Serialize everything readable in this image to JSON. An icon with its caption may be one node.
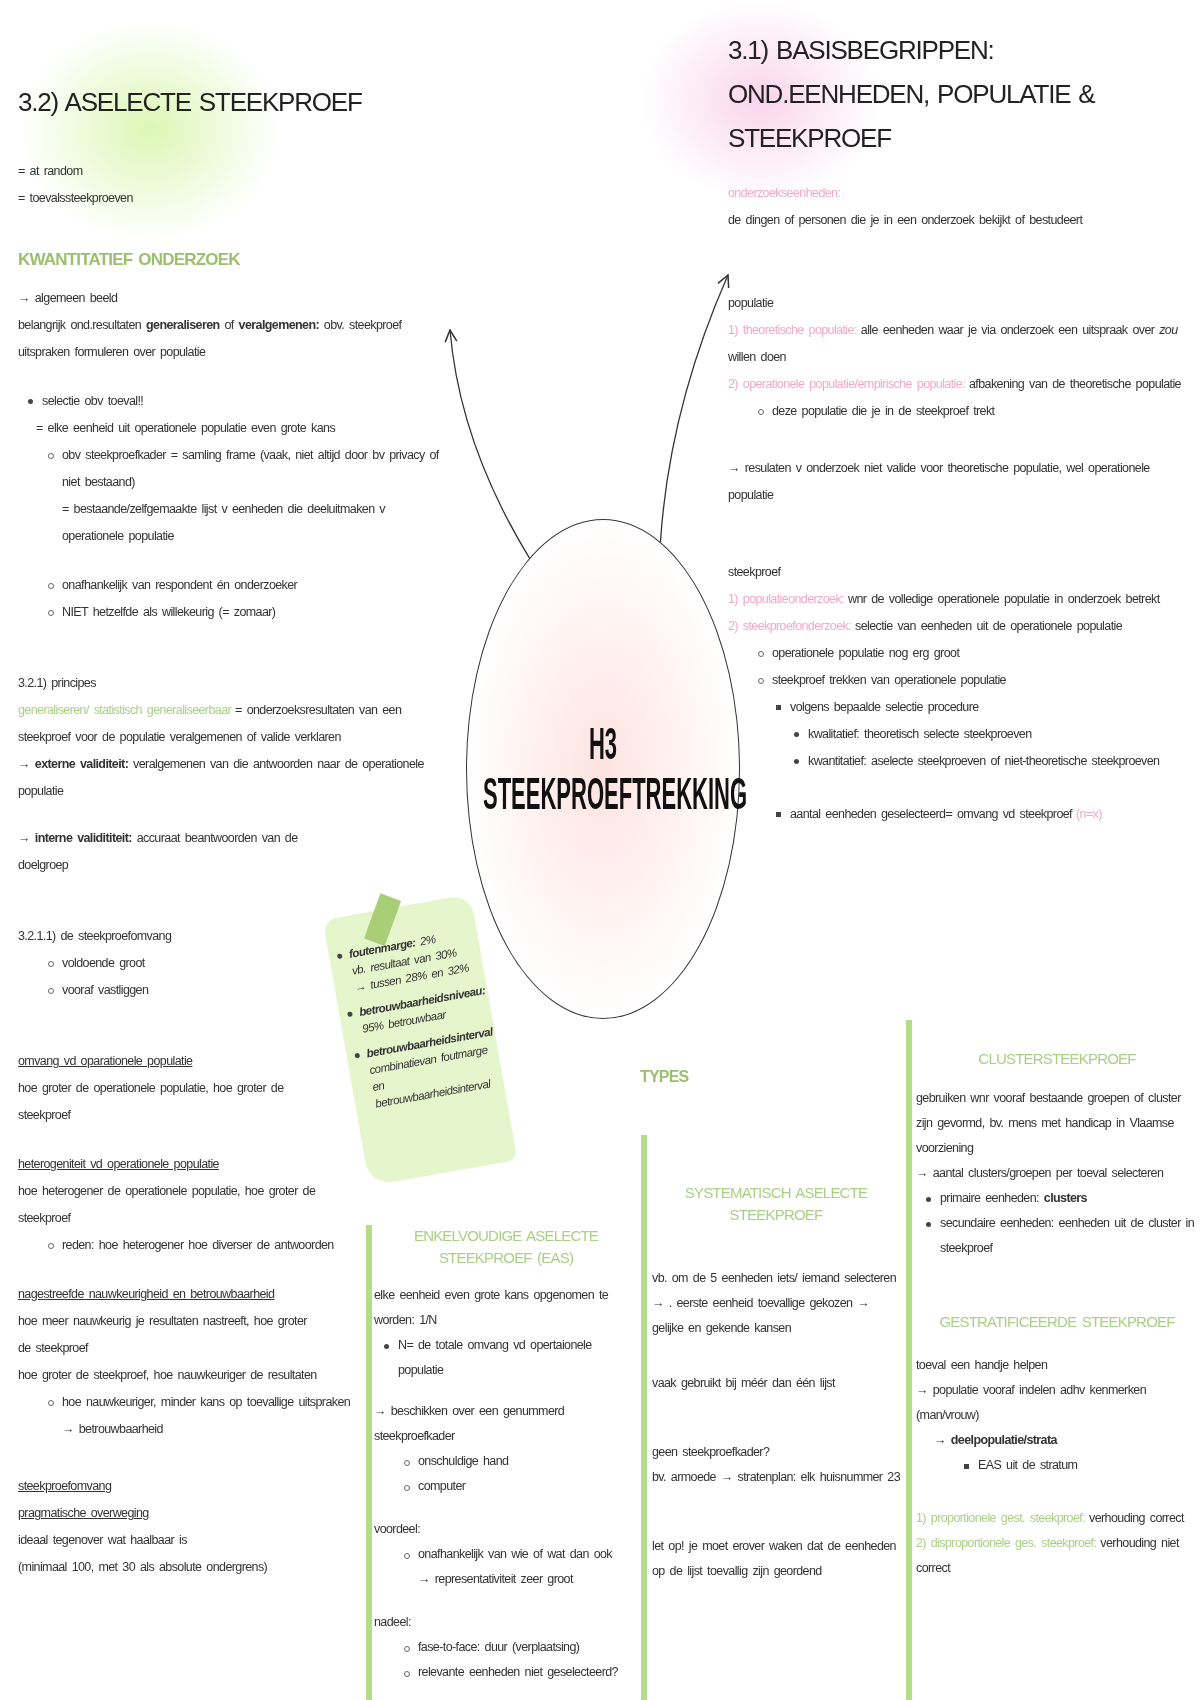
{
  "diagram": {
    "nodes": [
      {
        "text": [
          "3.2) ASELECTE STEEKPROEF",
          "= at random",
          "= toevalssteekproeven",
          "KWANTITATIEF ONDERZOEK",
          "→ algemeen beeld",
          "belangrijk ond.resultaten **generaliseren** of **veralgemenen:** obv. steekproef uitspraken formuleren over populatie",
          "selectie obv toeval!!",
          "= elke eenheid uit operationele populatie even grote kans",
          "obv steekproefkader = samling frame (vaak, niet altijd door bv privacy of niet bestaand)",
          "= bestaande/zelfgemaakte lijst v eenheden die deeluitmaken v operationele populatie",
          "onafhankelijk van respondent én onderzoeker",
          "NIET hetzelfde als willekeurig (= zomaar)",
          "3.2.1) principes",
          "generaliseren/ statistisch generaliseerbaar",
          "= onderzoeksresultaten van een steekproef voor de populatie veralgemenen of valide verklaren",
          "→ **externe validiteit:** veralgemenen van die antwoorden naar de operationele populatie",
          "→ **interne validititeit:** accuraat beantwoorden van de doelgroep",
          "3.2.1.1) de steekproefomvang",
          "voldoende groot",
          "vooraf vastliggen",
          "omvang vd oparationele populatie",
          "hoe groter de operationele populatie, hoe groter de steekproef",
          "heterogeniteit vd operationele populatie",
          "hoe heterogener de operationele populatie, hoe groter de steekproef",
          "reden: hoe heterogener hoe diverser de antwoorden",
          "nagestreefde nauwkeurigheid en betrouwbaarheid",
          "hoe meer nauwkeurig je resultaten nastreeft, hoe groter de steekproef",
          "hoe groter de steekproef, hoe nauwkeuriger de resultaten",
          "hoe nauwkeuriger, minder kans op toevallige uitspraken",
          "→ betrouwbaarheid",
          "steekproefomvang",
          "pragmatische overweging",
          "ideaal tegenover wat haalbaar is",
          "(minimaal 100, met 30 als absolute ondergrens)"
        ]
      },
      {
        "text": [
          "3.1) BASISBEGRIPPEN: OND.EENHEDEN, POPULATIE & STEEKPROEF",
          "onderzoekseenheden:",
          "de dingen of personen die je in een onderzoek bekijkt of bestudeert",
          "populatie",
          "1) theoretische populatie:",
          "alle eenheden waar je via onderzoek een uitspraak over *zou* willen doen",
          "2) operationele populatie/empirische populatie:",
          "afbakening van de theoretische populatie",
          "deze populatie die je in de steekproef trekt",
          "→ resulaten v onderzoek niet valide voor theoretische populatie, wel operationele populatie",
          "steekproef",
          "1) populatieonderzoek:",
          "wnr de volledige operationele populatie in onderzoek betrekt",
          "2) steekproefonderzoek:",
          "selectie van eenheden uit de operationele populatie",
          "operationele populatie nog erg groot",
          "steekproef trekken van operationele populatie",
          "volgens bepaalde selectie procedure",
          "kwalitatief: theoretisch selecte steekproeven",
          "kwantitatief: aselecte steekproeven of niet-theoretische steekproeven",
          "aantal eenheden geselecteerd= omvang vd steekproef",
          "(n=x)"
        ]
      },
      {
        "text": [
          "H3 STEEKPROEFTREKKING"
        ]
      },
      {
        "text": [
          "**foutenmarge:** 2%",
          "vb. resultaat van 30%",
          "→ tussen 28% en 32%",
          "betrouwbaarheidsniveau:",
          "95% betrouwbaar",
          "betrouwbaarheidsinterval",
          "combinatievan foutmarge en betrouwbaarheidsinterval"
        ]
      }
    ],
    "edges": [
      {
        "from": 2,
        "to": 0,
        "arrow": "to"
      },
      {
        "from": 2,
        "to": 1,
        "arrow": "to"
      }
    ],
    "labels": [
      "TYPES",
      "ENKELVOUDIGE ASELECTE STEEKPROEF (EAS)",
      "elke eenheid even grote kans opgenomen te worden: 1/N",
      "N= de totale omvang vd opertaionele populatie",
      "→ beschikken over een genummerd steekproefkader",
      "onschuldige hand",
      "computer",
      "voordeel:",
      "onafhankelijk van wie of wat dan ook",
      "→ representativiteit zeer groot",
      "nadeel:",
      "fase-to-face: duur (verplaatsing)",
      "relevante eenheden niet geselecteerd?",
      "SYSTEMATISCH ASELECTE STEEKPROEF",
      "vb. om de 5 eenheden iets/ iemand selecteren",
      "→ . eerste eenheid toevallige gekozen → gelijke en gekende kansen",
      "vaak gebruikt bij méér dan één lijst",
      "geen steekproefkader?",
      "bv. armoede → stratenplan: elk huisnummer 23",
      "let op! je moet erover waken dat de eenheden op de lijst toevallig zijn geordend",
      "CLUSTERSTEEKPROEF",
      "gebruiken wnr vooraf bestaande groepen of cluster zijn gevormd, bv. mens met handicap in Vlaamse voorziening",
      "→ aantal clusters/groepen per toeval selecteren",
      "primaire eenheden: **clusters**",
      "secundaire eenheden: eenheden uit de cluster in steekproef",
      "GESTRATIFICEERDE STEEKPROEF",
      "toeval een handje helpen",
      "→ populatie vooraf indelen adhv kenmerken (man/vrouw)",
      "→ deelpopulatie/strata",
      "EAS uit de stratum",
      "1) proportionele gest. steekproef:",
      "verhouding correct",
      "2) disproportionele ges. steekproef:",
      "verhouding niet correct"
    ]
  }
}
